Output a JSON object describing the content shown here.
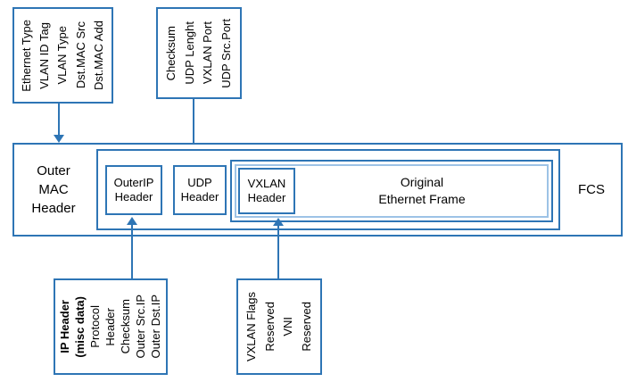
{
  "colors": {
    "border_dark": "#2e75b5",
    "border_light": "#9dc3e6",
    "arrow": "#2e75b5"
  },
  "frame": {
    "outer_mac_label": "Outer MAC Header",
    "outer_ip_label": "OuterIP Header",
    "udp_label": "UDP Header",
    "vxlan_label": "VXLAN Header",
    "original_label": "Original Ethernet Frame",
    "fcs_label": "FCS"
  },
  "callouts": {
    "mac_fields": [
      "Ethernet Type",
      "VLAN ID Tag",
      "VLAN Type",
      "Dst.MAC Src",
      "Dst.MAC Add"
    ],
    "udp_fields": [
      "Checksum",
      "UDP Lenght",
      "VXLAN Port",
      "UDP Src.Port"
    ],
    "ip_fields": [
      "IP Header",
      "(misc data)",
      "Protocol",
      "Header",
      "Checksum",
      "Outer Src.IP",
      "Outer Dst.IP"
    ],
    "vxlan_fields": [
      "VXLAN Flags",
      "Reserved",
      "VNI",
      "Reserved"
    ]
  }
}
